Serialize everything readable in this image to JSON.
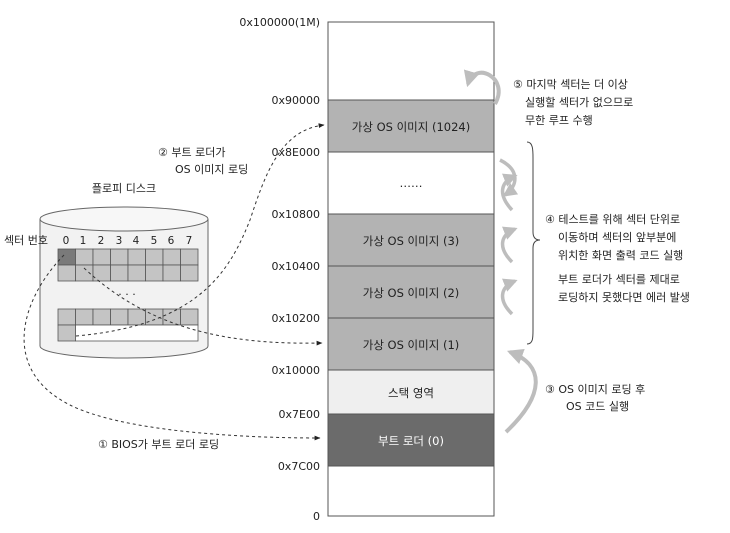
{
  "memory": {
    "addresses": {
      "top": "0x100000(1M)",
      "a90000": "0x90000",
      "a8e000": "0x8E000",
      "a10800": "0x10800",
      "a10400": "0x10400",
      "a10200": "0x10200",
      "a10000": "0x10000",
      "a7e00": "0x7E00",
      "a7c00": "0x7C00",
      "zero": "0"
    },
    "blocks": {
      "os1024": "가상 OS 이미지 (1024)",
      "dots": "……",
      "os3": "가상 OS 이미지 (3)",
      "os2": "가상 OS 이미지 (2)",
      "os1": "가상 OS 이미지 (1)",
      "stack": "스택 영역",
      "boot": "부트 로더 (0)"
    }
  },
  "disk": {
    "title": "플로피 디스크",
    "sector_label": "섹터 번호",
    "sector_numbers": [
      "0",
      "1",
      "2",
      "3",
      "4",
      "5",
      "6",
      "7"
    ],
    "middle_dots": "· · ·"
  },
  "annotations": {
    "n1": "① BIOS가 부트 로더 로딩",
    "n2": [
      "② 부트 로더가",
      "OS 이미지 로딩"
    ],
    "n3": [
      "③ OS 이미지 로딩 후",
      "OS 코드 실행"
    ],
    "n4": [
      "④ 테스트를 위해 섹터 단위로",
      "이동하며 섹터의 앞부분에",
      "위치한 화면 출력 코드 실행",
      "부트 로더가 섹터를 제대로",
      "로딩하지 못했다면 에러 발생"
    ],
    "n5": [
      "⑤ 마지막 섹터는 더 이상",
      "실행할 섹터가 없으므로",
      "무한 루프 수행"
    ]
  },
  "colors": {
    "os_block": "#b3b3b3",
    "stack_block": "#efefef",
    "boot_block": "#6b6b6b",
    "sector_cell": "#c4c4c4",
    "sector_highlight": "#7a7a7a",
    "loop_arrow": "#bdbdbd"
  }
}
